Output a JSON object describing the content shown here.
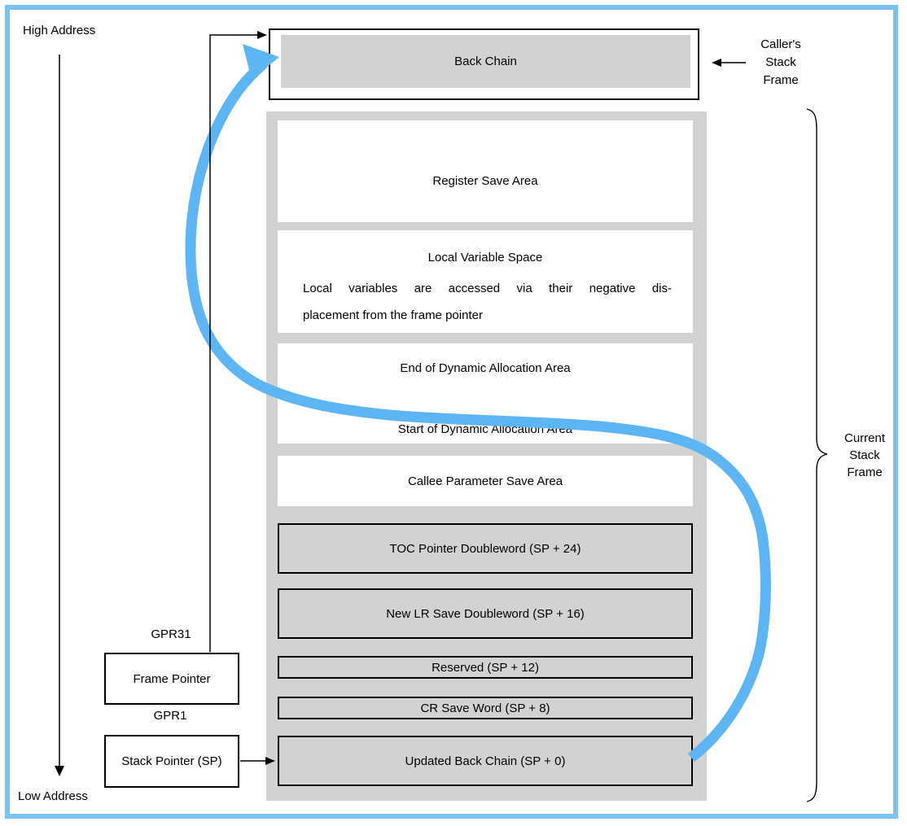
{
  "labels": {
    "high_address": "High Address",
    "low_address": "Low Address",
    "gpr31": "GPR31",
    "gpr1": "GPR1",
    "callers_stack_frame": {
      "line1": "Caller's",
      "line2": "Stack",
      "line3": "Frame"
    },
    "current_stack_frame": {
      "line1": "Current",
      "line2": "Stack",
      "line3": "Frame"
    }
  },
  "registers": {
    "frame_pointer": "Frame Pointer",
    "stack_pointer": "Stack Pointer (SP)"
  },
  "caller_frame": {
    "back_chain_label": "Back Chain"
  },
  "current_frame": {
    "register_save_area": "Register Save Area",
    "local_variable_space": {
      "title": "Local Variable Space",
      "note_line1": "Local variables are accessed via their negative dis-",
      "note_line2": "placement from the frame pointer"
    },
    "dynamic_allocation": {
      "end_label": "End of Dynamic Allocation Area",
      "start_label": "Start of Dynamic Allocation Area"
    },
    "callee_parameter_save_area": "Callee Parameter Save Area",
    "toc_pointer": "TOC Pointer Doubleword (SP + 24)",
    "new_lr_save": "New LR Save Doubleword (SP + 16)",
    "reserved": "Reserved (SP + 12)",
    "cr_save_word": "CR Save Word (SP + 8)",
    "updated_back_chain": "Updated Back Chain (SP + 0)"
  },
  "colors": {
    "page_border_blue": "#7cc2ef",
    "pointer_curve_blue": "#5db6f3",
    "box_gray": "#d2d2d2",
    "line_black": "#000000"
  }
}
